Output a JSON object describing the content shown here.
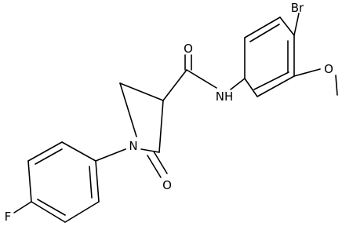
{
  "atoms": {
    "br": "Br",
    "o_methoxy": "O",
    "o_amide": "O",
    "nh": "NH",
    "n_ring": "N",
    "o_lactam": "O",
    "f": "F"
  },
  "colors": {
    "bond": "#000000",
    "label": "#000000",
    "background": "#ffffff"
  }
}
